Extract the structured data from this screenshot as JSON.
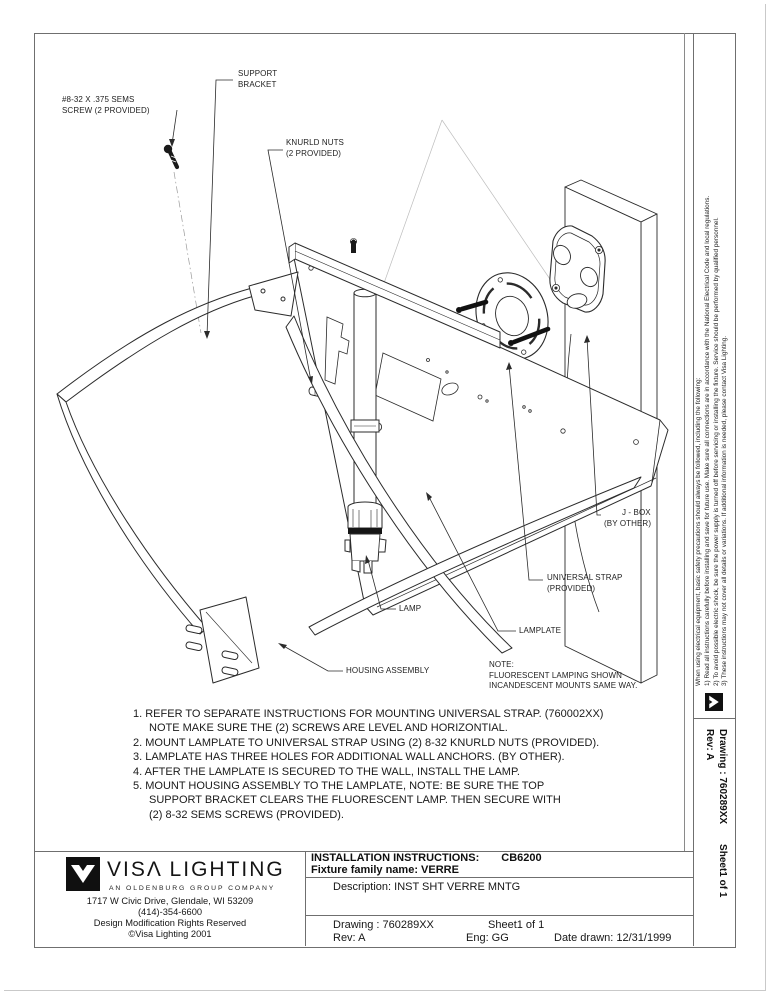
{
  "callouts": {
    "sems_screw": {
      "line1": "#8-32 X .375 SEMS",
      "line2": "SCREW (2 PROVIDED)"
    },
    "support_bracket": {
      "line1": "SUPPORT",
      "line2": "BRACKET"
    },
    "knurld_nuts": {
      "line1": "KNURLD NUTS",
      "line2": "(2 PROVIDED)"
    },
    "j_box": {
      "line1": "J - BOX",
      "line2": "(BY OTHER)"
    },
    "universal_strap": {
      "line1": "UNIVERSAL STRAP",
      "line2": "(PROVIDED)"
    },
    "lamplate": {
      "line1": "LAMPLATE"
    },
    "lamp": {
      "line1": "LAMP"
    },
    "housing_assembly": {
      "line1": "HOUSING ASSEMBLY"
    },
    "note": {
      "line1": "NOTE:",
      "line2": "FLUORESCENT LAMPING SHOWN",
      "line3": "INCANDESCENT MOUNTS SAME WAY."
    }
  },
  "instructions": {
    "lines": [
      "1. REFER TO SEPARATE INSTRUCTIONS FOR MOUNTING UNIVERSAL STRAP. (760002XX)",
      "NOTE MAKE SURE THE (2) SCREWS ARE LEVEL AND HORIZONTIAL.",
      "2. MOUNT LAMPLATE TO UNIVERSAL STRAP USING (2) 8-32 KNURLD NUTS (PROVIDED).",
      "3. LAMPLATE HAS THREE HOLES FOR ADDITIONAL WALL ANCHORS. (BY OTHER).",
      "4. AFTER THE LAMPLATE IS SECURED TO THE WALL, INSTALL THE LAMP.",
      "5. MOUNT HOUSING ASSEMBLY TO THE LAMPLATE, NOTE: BE SURE THE TOP",
      "SUPPORT BRACKET CLEARS THE FLUORESCENT LAMP. THEN SECURE WITH",
      "(2) 8-32 SEMS SCREWS (PROVIDED)."
    ]
  },
  "sidebar": {
    "warning_lines": [
      "When using electrical equipment, basic safety precautions should always be followed, including the following:",
      "1) Read all instructions carefully before installing and save for future use.  Make sure all connections are in accordance with the National Electrical Code and local regulations.",
      "2) To avoid possible electric shock, be sure the power supply is turned off before servicing or installing the fixture.  Service should be performed by qualified personnel.",
      "3) These instructions may not cover all details or variations.  If additional information is needed, please contact Visa Lighting."
    ],
    "drawing_label": "Drawing : 760289XX",
    "sheet_label": "Sheet1 of 1",
    "rev_label": "Rev: A"
  },
  "title_block": {
    "brand": {
      "wordmark": "VISΛ LIGHTING",
      "tagline": "AN OLDENBURG GROUP COMPANY",
      "address": "1717 W Civic Drive, Glendale, WI 53209",
      "phone": "(414)-354-6600",
      "rights": "Design Modification Rights Reserved",
      "copyright": "©Visa Lighting 2001"
    },
    "row1_label": "INSTALLATION INSTRUCTIONS:",
    "row1_value": "CB6200",
    "row2": "Fixture family name: VERRE",
    "description": "Description: INST SHT VERRE MNTG",
    "drawing": "Drawing : 760289XX",
    "sheet": "Sheet1 of 1",
    "rev": "Rev: A",
    "eng": "Eng: GG",
    "date": "Date drawn: 12/31/1999"
  },
  "colors": {
    "ink": "#1c1c1c",
    "frame": "#6f6f6f",
    "paper": "#ffffff"
  }
}
